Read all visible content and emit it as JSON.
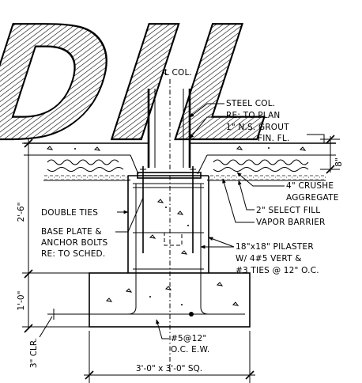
{
  "watermark": "DIL",
  "centerline": "℄ COL.",
  "labels": {
    "steel_col": "STEEL COL.",
    "re_plan": "RE: TO PLAN",
    "grout": "1\" N.S. GROUT",
    "fin_fl": "FIN. FL.",
    "crushed_1": "4\" CRUSHE",
    "crushed_2": "AGGREGATE",
    "select_fill": "2\" SELECT FILL",
    "vapor": "VAPOR BARRIER",
    "double_ties": "DOUBLE TIES",
    "base_plate_1": "BASE PLATE &",
    "base_plate_2": "ANCHOR BOLTS",
    "base_plate_3": "RE: TO SCHED.",
    "pilaster_1": "18\"x18\" PILASTER",
    "pilaster_2": "W/ 4#5 VERT &",
    "pilaster_3": "#3 TIES @ 12\" O.C.",
    "rebar_1": "#5@12\"",
    "rebar_2": "O.C. E.W."
  },
  "dimensions": {
    "slab": "8\"",
    "pier_height": "2'-6\"",
    "footing_depth": "1'-0\"",
    "clear": "3\" CLR.",
    "footing_size": "3'-0\" x 3'-0\" SQ."
  }
}
